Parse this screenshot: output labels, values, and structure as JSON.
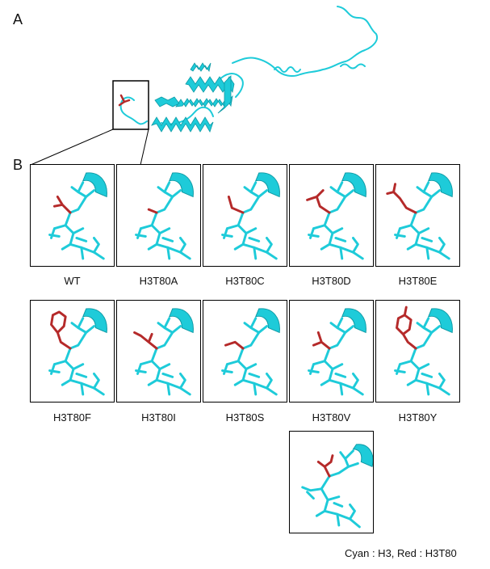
{
  "panel_a_letter": "A",
  "panel_b_letter": "B",
  "variants": [
    "WT",
    "H3T80A",
    "H3T80C",
    "H3T80D",
    "H3T80E",
    "H3T80F",
    "H3T80I",
    "H3T80S",
    "H3T80V",
    "H3T80Y"
  ],
  "legend": "Cyan : H3, Red : H3T80",
  "colors": {
    "cyan": "#1ecbd9",
    "red": "#b52a2a"
  }
}
